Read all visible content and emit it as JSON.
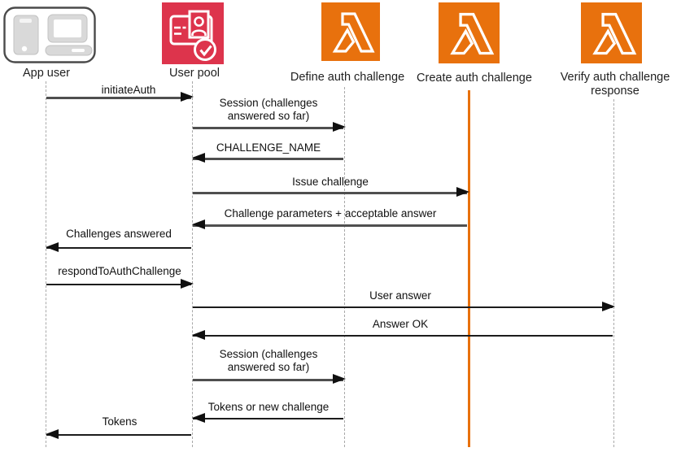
{
  "diagram": {
    "type": "sequence-diagram",
    "topic": "Custom authentication challenge flow with a user pool and Lambda triggers"
  },
  "colors": {
    "lambda_orange": "#E8710D",
    "user_pool_red": "#DD344C",
    "activation_line_orange": "#E8710D",
    "lifeline_gray": "#a9a9a9",
    "arrow_gray": "#4f4f4f",
    "arrow_black": "#1c1c1c",
    "device_gray": "#d9d9d9"
  },
  "actors": [
    {
      "id": "app-user",
      "label": "App user",
      "icon": "devices-icon"
    },
    {
      "id": "user-pool",
      "label": "User pool",
      "icon": "id-card-check-icon"
    },
    {
      "id": "define-auth",
      "label": "Define auth challenge",
      "icon": "lambda-icon"
    },
    {
      "id": "create-auth",
      "label": "Create auth challenge",
      "icon": "lambda-icon"
    },
    {
      "id": "verify-auth",
      "label": "Verify auth challenge\nresponse",
      "icon": "lambda-icon"
    }
  ],
  "messages": [
    {
      "label": "initiateAuth",
      "from": "App user",
      "to": "User pool"
    },
    {
      "label": "Session (challenges\nanswered so far)",
      "from": "User pool",
      "to": "Define auth challenge"
    },
    {
      "label": "CHALLENGE_NAME",
      "from": "Define auth challenge",
      "to": "User pool"
    },
    {
      "label": "Issue challenge",
      "from": "User pool",
      "to": "Create auth challenge"
    },
    {
      "label": "Challenge parameters + acceptable answer",
      "from": "Create auth challenge",
      "to": "User pool"
    },
    {
      "label": "Challenges answered",
      "from": "User pool",
      "to": "App user"
    },
    {
      "label": "respondToAuthChallenge",
      "from": "App user",
      "to": "User pool"
    },
    {
      "label": "User answer",
      "from": "User pool",
      "to": "Verify auth challenge response"
    },
    {
      "label": "Answer OK",
      "from": "Verify auth challenge response",
      "to": "User pool"
    },
    {
      "label": "Session (challenges\nanswered so far)",
      "from": "User pool",
      "to": "Define auth challenge"
    },
    {
      "label": "Tokens or new challenge",
      "from": "Define auth challenge",
      "to": "User pool"
    },
    {
      "label": "Tokens",
      "from": "User pool",
      "to": "App user"
    }
  ]
}
